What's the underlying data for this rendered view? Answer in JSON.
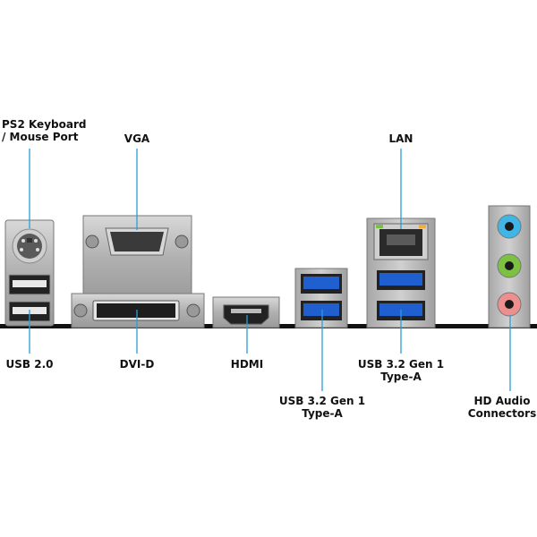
{
  "labels": {
    "ps2": "PS2 Keyboard\n/ Mouse Port",
    "vga": "VGA",
    "lan": "LAN",
    "usb20": "USB 2.0",
    "dvid": "DVI-D",
    "hdmi": "HDMI",
    "usb32_middle": "USB 3.2 Gen 1\nType-A",
    "usb32_right": "USB 3.2 Gen 1\nType-A",
    "audio": "HD Audio\nConnectors"
  },
  "colors": {
    "leader_line": "#2a9fd6",
    "usb3_blue": "#1f5fcf",
    "audio_blue": "#3fb6e6",
    "audio_green": "#7cc242",
    "audio_pink": "#ee8f8f",
    "backplate": "#111111",
    "metal": "#b4b4b4"
  }
}
